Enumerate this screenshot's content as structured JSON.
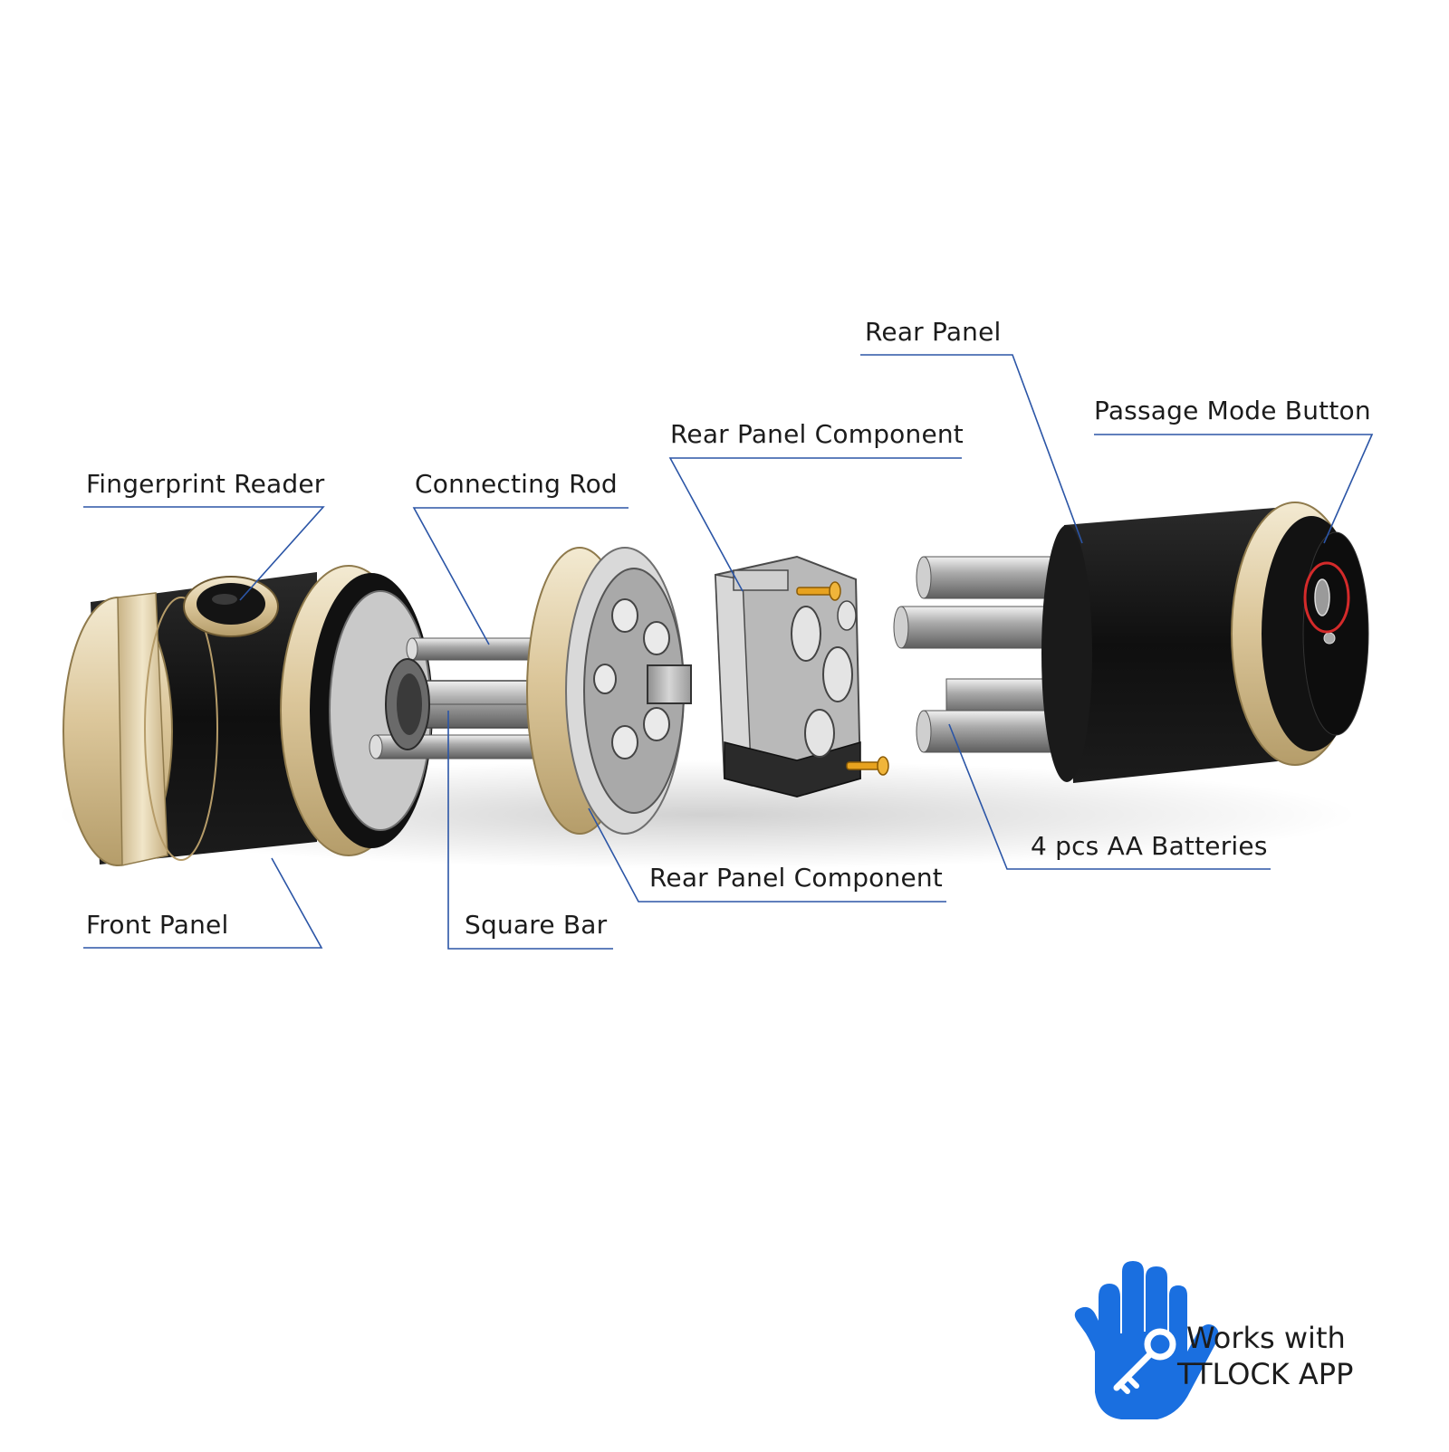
{
  "callouts": {
    "fingerprint_reader": "Fingerprint Reader",
    "connecting_rod": "Connecting Rod",
    "rear_panel_component_top": "Rear Panel Component",
    "rear_panel": "Rear Panel",
    "passage_mode_button": "Passage Mode Button",
    "front_panel": "Front Panel",
    "square_bar": "Square Bar",
    "rear_panel_component_bottom": "Rear Panel Component",
    "batteries": "4 pcs AA Batteries"
  },
  "brand": {
    "line1": "Works with",
    "line2": "TTLOCK APP",
    "icon": "hand-key-icon"
  },
  "colors": {
    "leader_line": "#2b55a6",
    "gold_ring": "#e0cfa6",
    "body_black": "#151515",
    "metal_gray": "#b8b8b8",
    "screw_gold": "#e7a21f",
    "highlight_circle": "#d42a2a",
    "brand_blue": "#1a6fe0"
  }
}
